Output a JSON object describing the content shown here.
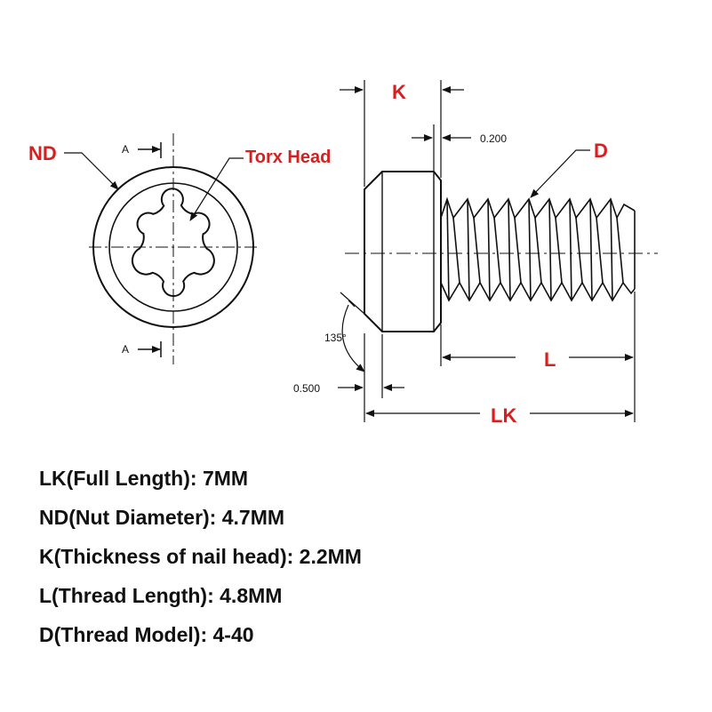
{
  "labels": {
    "nd": "ND",
    "torx_head": "Torx Head",
    "k": "K",
    "d": "D",
    "l": "L",
    "lk": "LK",
    "section_a_top": "A",
    "section_a_bottom": "A"
  },
  "dimensions": {
    "chamfer_width": "0.200",
    "fillet_width": "0.500",
    "angle": "135°"
  },
  "colors": {
    "accent_red": "#d62020",
    "line": "#111111"
  },
  "specs": [
    "LK(Full Length): 7MM",
    "ND(Nut Diameter): 4.7MM",
    "K(Thickness of nail head): 2.2MM",
    "L(Thread Length): 4.8MM",
    "D(Thread Model): 4-40"
  ]
}
